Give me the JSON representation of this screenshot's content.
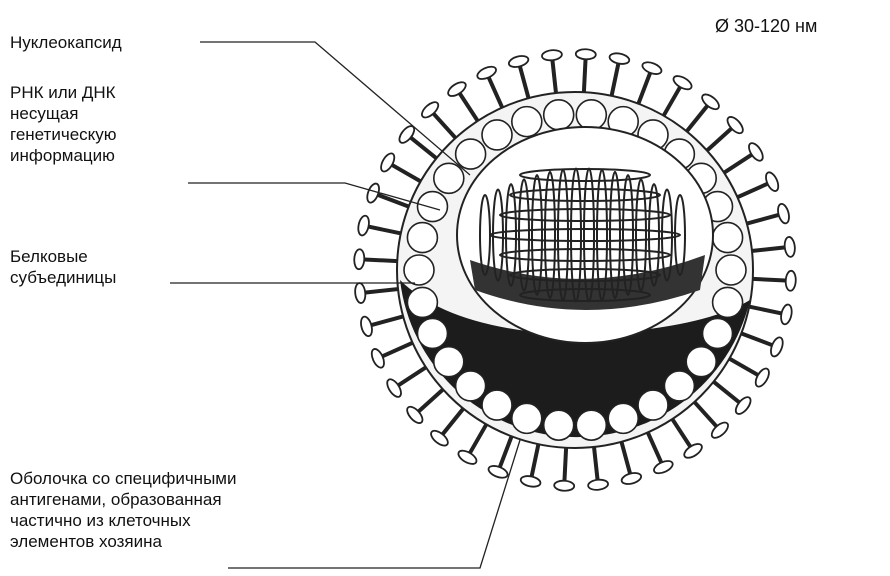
{
  "size_label": "Ø 30-120 нм",
  "labels": {
    "nucleocapsid": "Нуклеокапсид",
    "genome": [
      "РНК или ДНК",
      "несущая",
      "генетическую",
      "информацию"
    ],
    "subunits": [
      "Белковые",
      "субъединицы"
    ],
    "envelope": [
      "Оболочка со специфичными",
      "антигенами, образованная",
      "частично из клеточных",
      "элементов хозяина"
    ]
  },
  "colors": {
    "ink": "#111111",
    "shadow": "#1c1c1c",
    "line": "#222222"
  }
}
